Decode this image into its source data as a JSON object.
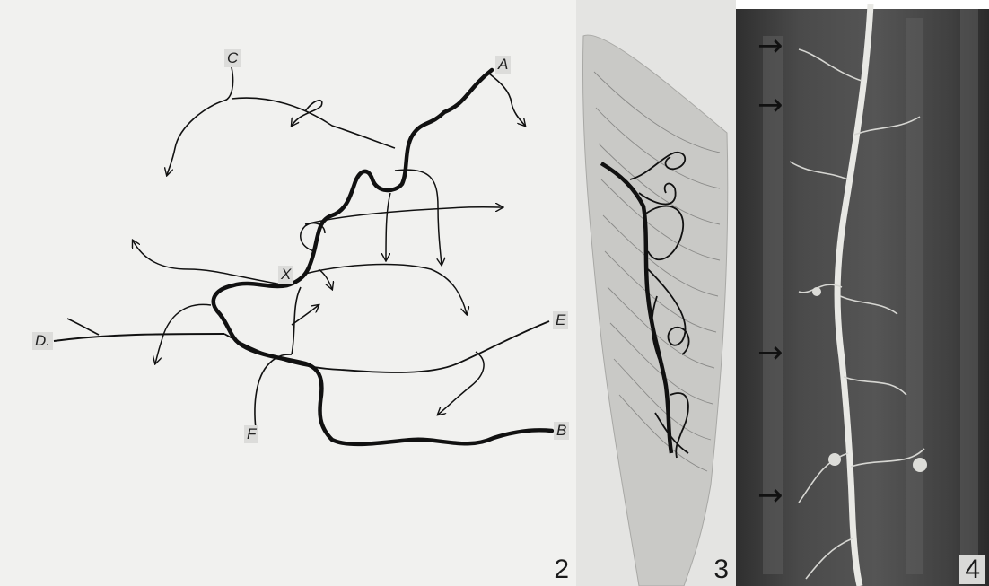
{
  "figure": {
    "panel_2": {
      "number": "2",
      "labels": {
        "a": "A",
        "b": "B",
        "c": "C",
        "d": "D.",
        "e": "E",
        "f": "F",
        "x": "X"
      }
    },
    "panel_3": {
      "number": "3"
    },
    "panel_4": {
      "number": "4",
      "arrow_glyph": "→"
    }
  },
  "colors": {
    "background_light": "#f1f1ef",
    "ink": "#111111",
    "micrograph_dark": "#3a3a3a",
    "vessel_light": "#e8e8e4"
  }
}
